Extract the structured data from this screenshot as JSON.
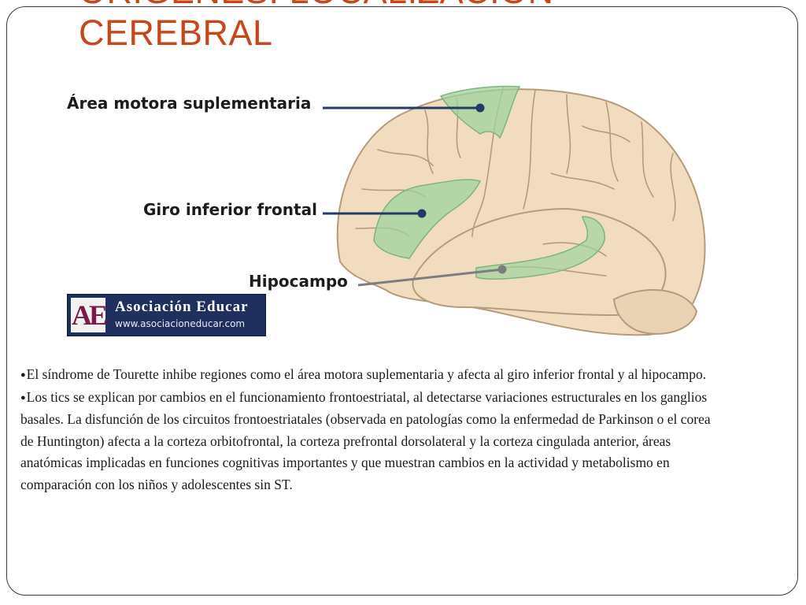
{
  "slide": {
    "title_line1": "ORÍGENES: LOCALIZACIÓN",
    "title_line2": "CEREBRAL"
  },
  "figure": {
    "labels": {
      "sma": "Área motora suplementaria",
      "ifg": "Giro inferior frontal",
      "hippocampus": "Hipocampo"
    },
    "colors": {
      "brain_fill": "#f1dcc0",
      "brain_stroke": "#b59b7a",
      "region_fill": "#9fd39d",
      "leader_line": "#223a66",
      "hippocampus_line": "#7d7d7d"
    },
    "logo": {
      "mark": "AE",
      "name": "Asociación Educar",
      "url": "www.asociacioneducar.com"
    }
  },
  "content": {
    "bullet_glyph": "●",
    "paragraphs": [
      "El síndrome de Tourette inhibe regiones como el área motora suplementaria y afecta al giro inferior frontal y al hipocampo.",
      "Los tics se explican por cambios en el funcionamiento frontoestriatal, al detectarse variaciones estructurales en los ganglios basales. La disfunción de los circuitos frontoestriatales (observada en patologías como la enfermedad de Parkinson o el corea de Huntington) afecta a la corteza orbitofrontal, la corteza prefrontal dorsolateral y la corteza cingulada anterior, áreas anatómicas implicadas en funciones cognitivas importantes y que muestran cambios en la actividad y metabolismo en comparación con los niños y adolescentes sin ST."
    ]
  }
}
